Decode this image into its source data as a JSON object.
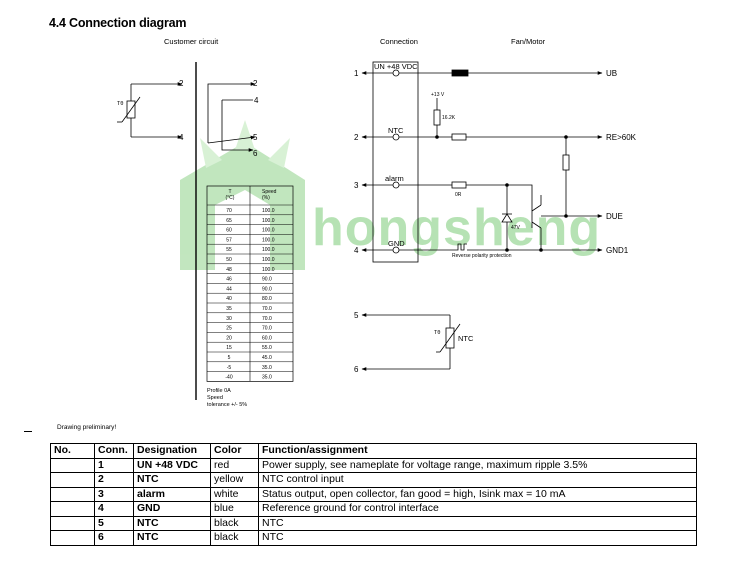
{
  "heading": "4.4 Connection diagram",
  "sections": {
    "customer_circuit": "Customer circuit",
    "connection": "Connection",
    "fan_motor": "Fan/Motor"
  },
  "customer": {
    "thermistor_label": "Tθ",
    "pins": [
      "2",
      "4",
      "2",
      "4",
      "5",
      "6"
    ]
  },
  "terminals": [
    {
      "num": "1",
      "label": "UN +48 VDC",
      "out": "UB"
    },
    {
      "num": "2",
      "label": "NTC",
      "out": "RE>60K"
    },
    {
      "num": "3",
      "label": "alarm",
      "out": "DUE"
    },
    {
      "num": "4",
      "label": "GND",
      "out": "GND1"
    }
  ],
  "components": {
    "supply": "+13 V",
    "resistor": "16.2K",
    "alarm_resistor": "0R",
    "zener": "47V",
    "reverse": "Reverse polarity protection"
  },
  "ntc_circuit": {
    "pin_top": "5",
    "pin_bottom": "6",
    "label": "NTC",
    "thermistor_label": "Tθ"
  },
  "speed_table": {
    "headers": [
      [
        "T",
        "(°C)"
      ],
      [
        "Speed",
        "(%)"
      ]
    ],
    "rows": [
      [
        "70",
        "100.0"
      ],
      [
        "65",
        "100.0"
      ],
      [
        "60",
        "100.0"
      ],
      [
        "57",
        "100.0"
      ],
      [
        "55",
        "100.0"
      ],
      [
        "50",
        "100.0"
      ],
      [
        "48",
        "100.0"
      ],
      [
        "46",
        "90.0"
      ],
      [
        "44",
        "90.0"
      ],
      [
        "40",
        "80.0"
      ],
      [
        "35",
        "70.0"
      ],
      [
        "30",
        "70.0"
      ],
      [
        "25",
        "70.0"
      ],
      [
        "20",
        "60.0"
      ],
      [
        "15",
        "55.0"
      ],
      [
        "5",
        "45.0"
      ],
      [
        "-5",
        "35.0"
      ],
      [
        "-40",
        "35.0"
      ]
    ]
  },
  "profile_note": [
    "Profile 0A",
    "Speed",
    "tolerance +/- 5%"
  ],
  "watermark": "hongsheng",
  "colors": {
    "watermark": "#8fd28a",
    "watermark_text": "#7ccc78"
  },
  "prelim_note": "Drawing preliminary!",
  "conn_table": {
    "headers": [
      "No.",
      "Conn.",
      "Designation",
      "Color",
      "Function/assignment"
    ],
    "rows": [
      [
        "",
        "1",
        "UN +48 VDC",
        "red",
        "Power supply, see nameplate for voltage range, maximum ripple 3.5%"
      ],
      [
        "",
        "2",
        "NTC",
        "yellow",
        "NTC control input"
      ],
      [
        "",
        "3",
        "alarm",
        "white",
        "Status output, open collector, fan good = high, Isink max = 10 mA"
      ],
      [
        "",
        "4",
        "GND",
        "blue",
        "Reference ground for control interface"
      ],
      [
        "",
        "5",
        "NTC",
        "black",
        "NTC"
      ],
      [
        "",
        "6",
        "NTC",
        "black",
        "NTC"
      ]
    ]
  }
}
